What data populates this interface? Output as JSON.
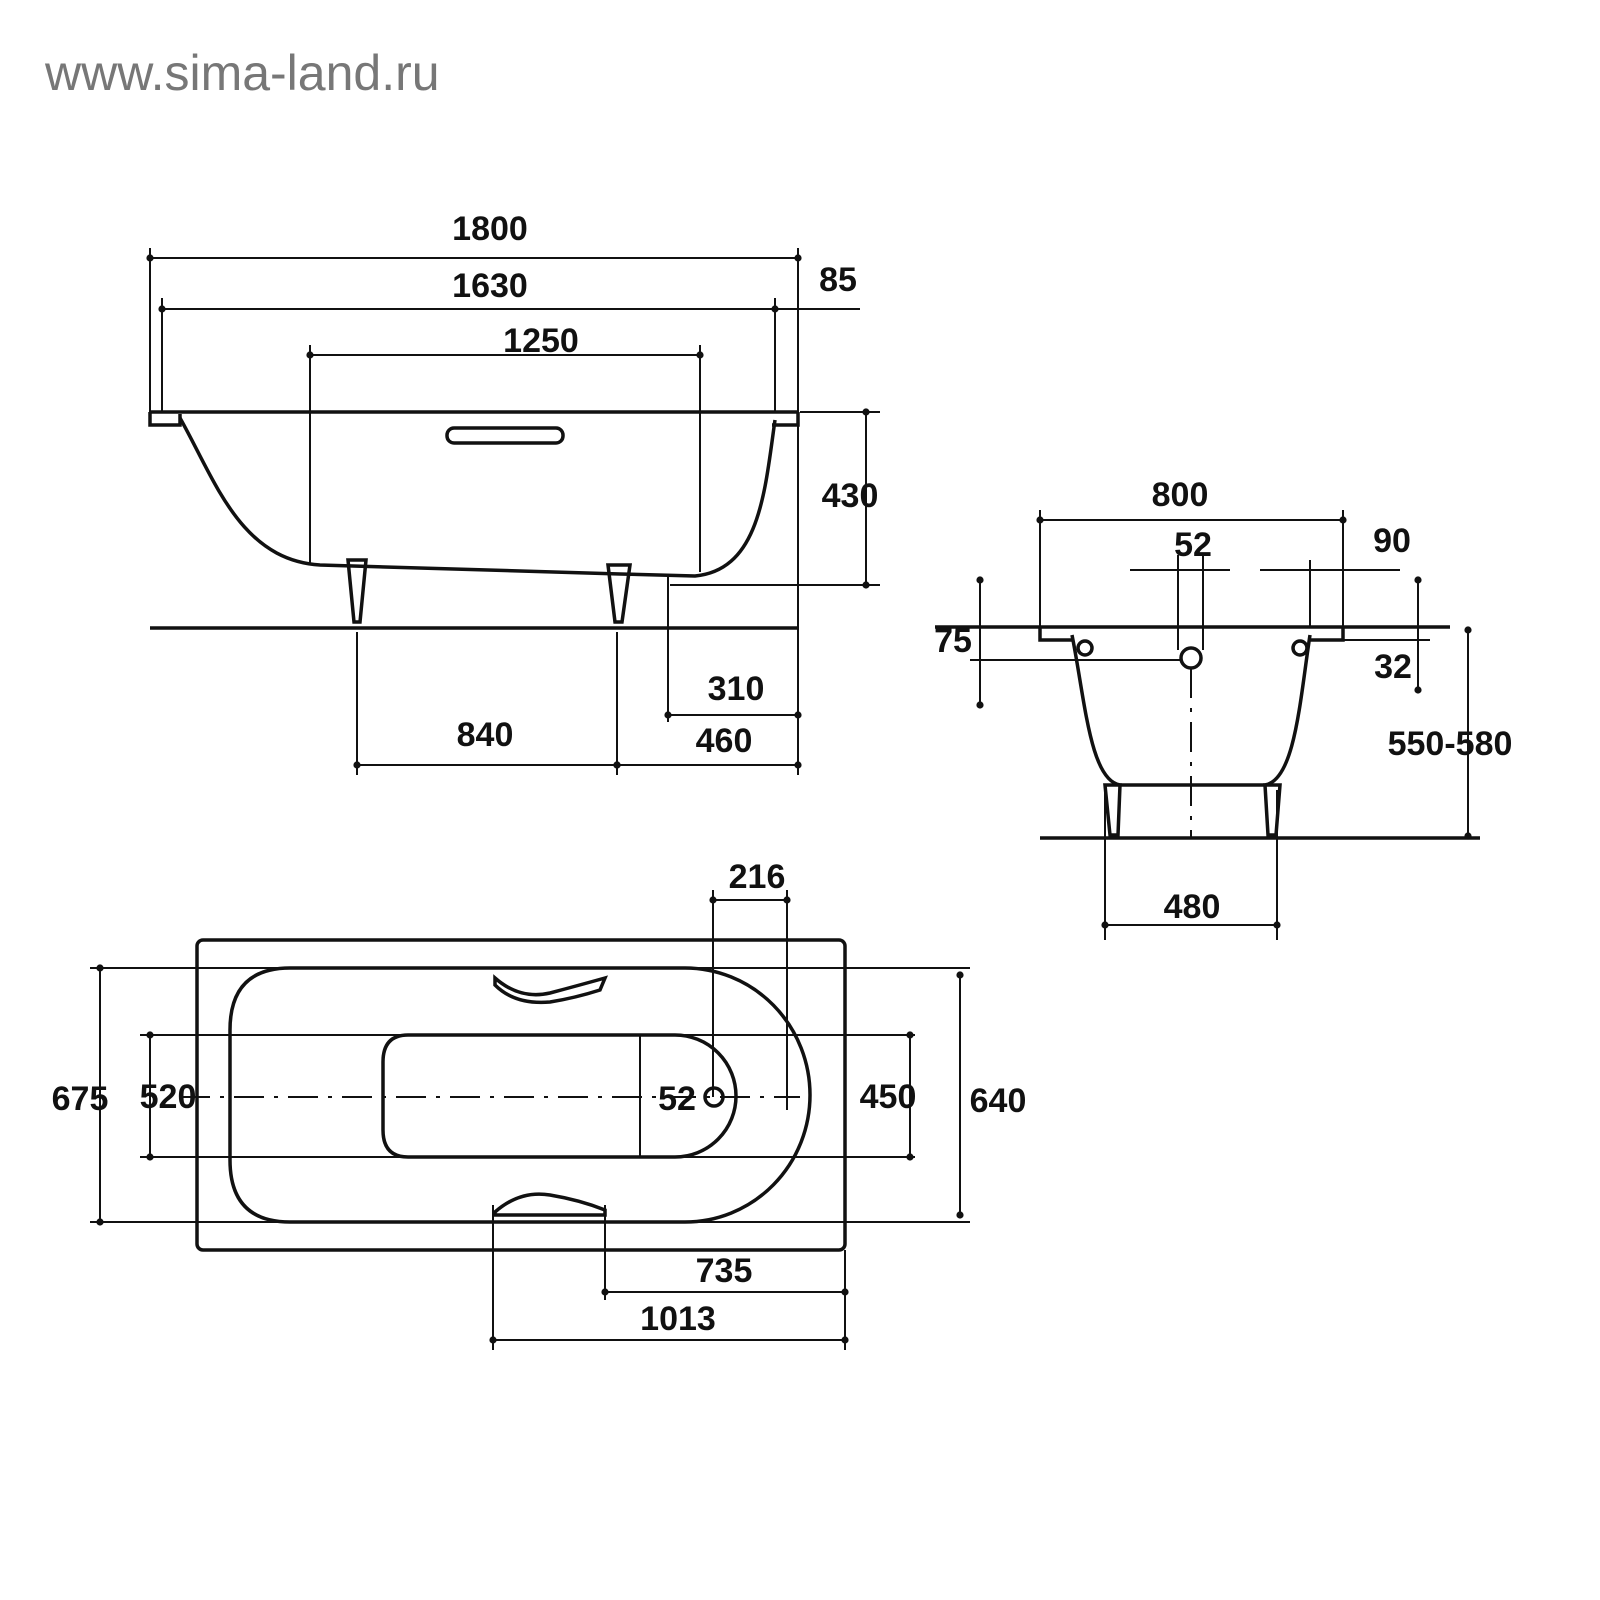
{
  "watermark": "www.sima-land.ru",
  "side_view": {
    "overall_length": "1800",
    "inner_length": "1630",
    "rim_offset": "85",
    "handle_spacing": "1250",
    "depth": "430",
    "drain_offset": "310",
    "leg_spacing": "840",
    "leg_to_end": "460"
  },
  "end_view": {
    "overall_width": "800",
    "overflow_width": "52",
    "overflow_offset": "90",
    "overflow_height": "75",
    "rim_thickness": "32",
    "height": "550-580",
    "leg_width": "480"
  },
  "top_view": {
    "outer_width": "675",
    "inner_width": "640",
    "floor_width": "520",
    "floor_right_width": "450",
    "drain_diameter": "52",
    "drain_offset": "216",
    "handle_to_end": "735",
    "handle_outer_to_end": "1013"
  }
}
